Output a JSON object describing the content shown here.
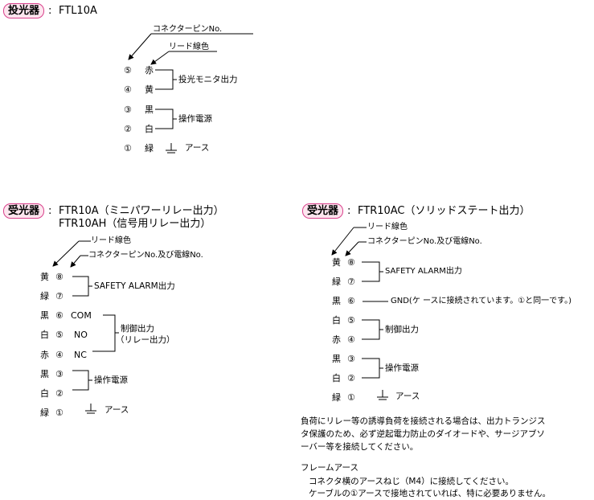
{
  "projector": {
    "badge": "投光器",
    "colon": ":",
    "model": "FTL10A",
    "label_connector": "コネクターピンNo.",
    "label_leadcolor": "リード線色",
    "pins": [
      {
        "num": "⑤",
        "color": "赤"
      },
      {
        "num": "④",
        "color": "黄"
      },
      {
        "num": "③",
        "color": "黒"
      },
      {
        "num": "②",
        "color": "白"
      },
      {
        "num": "①",
        "color": "緑"
      }
    ],
    "group_monitor": "投光モニタ出力",
    "group_power": "操作電源",
    "ground": "アース"
  },
  "receiver_a": {
    "badge": "受光器",
    "colon": ":",
    "model_line1": "FTR10A（ミニパワーリレー出力）",
    "model_line2": "FTR10AH（信号用リレー出力）",
    "label_leadcolor": "リード線色",
    "label_connector": "コネクターピンNo.及び電線No.",
    "pins": [
      {
        "color": "黄",
        "num": "⑧",
        "extra": ""
      },
      {
        "color": "緑",
        "num": "⑦",
        "extra": ""
      },
      {
        "color": "黒",
        "num": "⑥",
        "extra": "COM"
      },
      {
        "color": "白",
        "num": "⑤",
        "extra": "NO"
      },
      {
        "color": "赤",
        "num": "④",
        "extra": "NC"
      },
      {
        "color": "黒",
        "num": "③",
        "extra": ""
      },
      {
        "color": "白",
        "num": "②",
        "extra": ""
      },
      {
        "color": "緑",
        "num": "①",
        "extra": ""
      }
    ],
    "group_safety": "SAFETY ALARM出力",
    "group_control_1": "制御出力",
    "group_control_2": "（リレー出力）",
    "group_power": "操作電源",
    "ground": "アース"
  },
  "receiver_c": {
    "badge": "受光器",
    "colon": ":",
    "model": "FTR10AC（ソリッドステート出力）",
    "label_leadcolor": "リード線色",
    "label_connector": "コネクターピンNo.及び電線No.",
    "pins": [
      {
        "color": "黄",
        "num": "⑧"
      },
      {
        "color": "緑",
        "num": "⑦"
      },
      {
        "color": "黒",
        "num": "⑥"
      },
      {
        "color": "白",
        "num": "⑤"
      },
      {
        "color": "赤",
        "num": "④"
      },
      {
        "color": "黒",
        "num": "③"
      },
      {
        "color": "白",
        "num": "②"
      },
      {
        "color": "緑",
        "num": "①"
      }
    ],
    "group_safety": "SAFETY ALARM出力",
    "gnd_note": "GND(ケ ースに接続されています。①と同一です。)",
    "group_control": "制御出力",
    "group_power": "操作電源",
    "ground": "アース"
  },
  "notes": {
    "para1_line1": "負荷にリレー等の誘導負荷を接続される場合は、出力トランジス",
    "para1_line2": "タ保護のため、必ず逆起電力防止のダイオードや、サージアブソ",
    "para1_line3": "ーバー等を接続してください。",
    "frame_title": "フレームアース",
    "frame_line1": "コネクタ横のアースねじ（M4）に接続してください。",
    "frame_line2": "ケーブルの①アースで接地されていれば、特に必要ありません。"
  }
}
